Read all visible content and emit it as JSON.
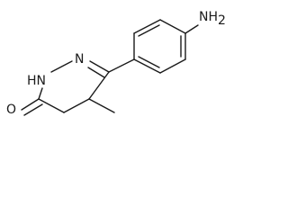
{
  "molecule": {
    "labels": {
      "amine_n": "NH",
      "amine_sub": "2",
      "hn": "HN",
      "n": "N",
      "o": "O"
    },
    "colors": {
      "ink": "#1a1a1a",
      "background": "#ffffff"
    }
  }
}
